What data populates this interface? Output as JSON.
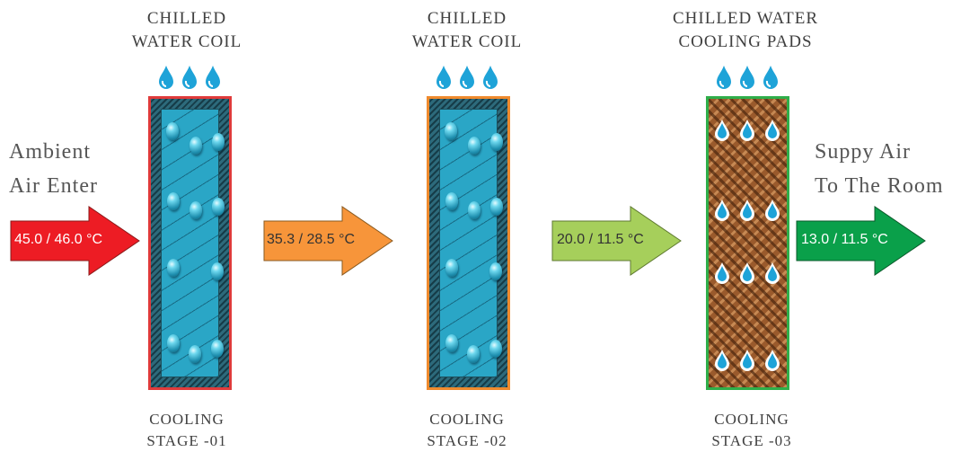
{
  "stages": [
    {
      "title_line1": "CHILLED",
      "title_line2": "WATER COIL",
      "label_line1": "COOLING",
      "label_line2": "STAGE -01",
      "type": "coil",
      "border_color": "#e03b3b"
    },
    {
      "title_line1": "CHILLED",
      "title_line2": "WATER COIL",
      "label_line1": "COOLING",
      "label_line2": "STAGE -02",
      "type": "coil",
      "border_color": "#ef8a2d"
    },
    {
      "title_line1": "CHILLED WATER",
      "title_line2": "COOLING PADS",
      "label_line1": "COOLING",
      "label_line2": "STAGE -03",
      "type": "pad",
      "border_color": "#2fae4a"
    }
  ],
  "inlet": {
    "line1": "Ambient",
    "line2": "Air Enter"
  },
  "outlet": {
    "line1": "Suppy Air",
    "line2": "To The Room"
  },
  "arrows": [
    {
      "label": "45.0 / 46.0 °C",
      "fill": "#ed1c24",
      "text_color": "#ffffff"
    },
    {
      "label": "35.3 / 28.5 °C",
      "fill": "#f7953a",
      "text_color": "#333333"
    },
    {
      "label": "20.0 / 11.5 °C",
      "fill": "#a6cf5b",
      "text_color": "#333333"
    },
    {
      "label": "13.0 / 11.5 °C",
      "fill": "#0aa04a",
      "text_color": "#ffffff"
    }
  ],
  "icons": {
    "water_drop": "water-drop-icon",
    "arrow": "arrow-right-icon"
  },
  "colors": {
    "drop": "#1ea3d8",
    "coil": "#2aa6c6",
    "pad": "#9a5a2c"
  }
}
